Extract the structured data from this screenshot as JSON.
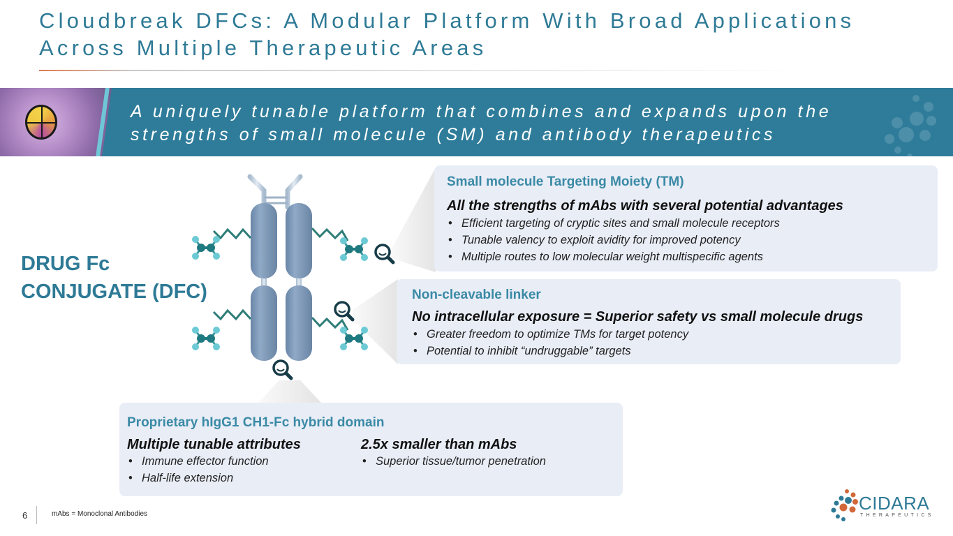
{
  "slide": {
    "title": "Cloudbreak DFCs: A Modular Platform With Broad Applications Across Multiple Therapeutic Areas",
    "banner_text": "A uniquely tunable platform that combines and expands upon the strengths of small molecule (SM) and antibody therapeutics",
    "main_label_line1": "DRUG Fc",
    "main_label_line2": "CONJUGATE (DFC)"
  },
  "cards": [
    {
      "heading": "Small molecule Targeting Moiety (TM)",
      "lead": "All the strengths of mAbs with several potential advantages",
      "bullets": [
        "Efficient targeting of cryptic sites and small molecule receptors",
        "Tunable valency to exploit avidity for improved potency",
        "Multiple routes to low molecular weight multispecific agents"
      ]
    },
    {
      "heading": "Non-cleavable linker",
      "lead": "No intracellular exposure = Superior safety vs small molecule drugs",
      "bullets": [
        "Greater freedom to optimize TMs for target potency",
        "Potential to inhibit “undruggable” targets"
      ]
    },
    {
      "heading": "Proprietary hIgG1 CH1-Fc hybrid domain",
      "columns": [
        {
          "lead": "Multiple tunable attributes",
          "bullets": [
            "Immune effector function",
            "Half-life extension"
          ]
        },
        {
          "lead": "2.5x smaller than mAbs",
          "bullets": [
            "Superior tissue/tumor penetration"
          ]
        }
      ]
    }
  ],
  "footer": {
    "page_number": "6",
    "footnote": "mAbs = Monoclonal Antibodies"
  },
  "logo": {
    "name": "CIDARA",
    "subtitle": "THERAPEUTICS"
  },
  "colors": {
    "brand_teal": "#2e7a96",
    "banner_bg": "#2e7c9a",
    "card_bg": "#e9edf6",
    "accent_orange": "#e07b4c",
    "protein": "#7f9bbb",
    "molecule": "#1e7a80"
  }
}
